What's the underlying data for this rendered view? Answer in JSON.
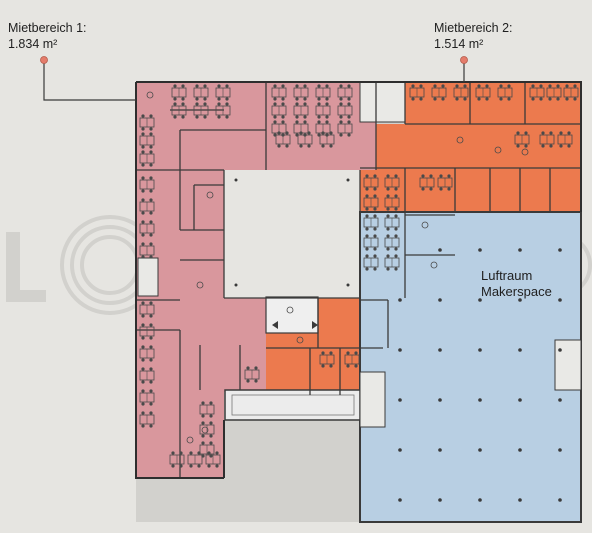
{
  "zones": [
    {
      "id": "zone-1",
      "label": "Mietbereich 1:",
      "area": "1.834 m²",
      "color": "#d9979d"
    },
    {
      "id": "zone-2",
      "label": "Mietbereich 2:",
      "area": "1.514 m²",
      "color": "#ec7a4e"
    }
  ],
  "atrium": {
    "line1": "Luftraum",
    "line2": "Makerspace",
    "color": "#b8cfe3"
  },
  "watermark": {
    "text": "JLL",
    "color": "#cfcecb"
  },
  "colors": {
    "background": "#e6e5e1",
    "wall": "#3a3a3a",
    "marker": "#e47c6b",
    "furniture": "#5a5a5a"
  }
}
